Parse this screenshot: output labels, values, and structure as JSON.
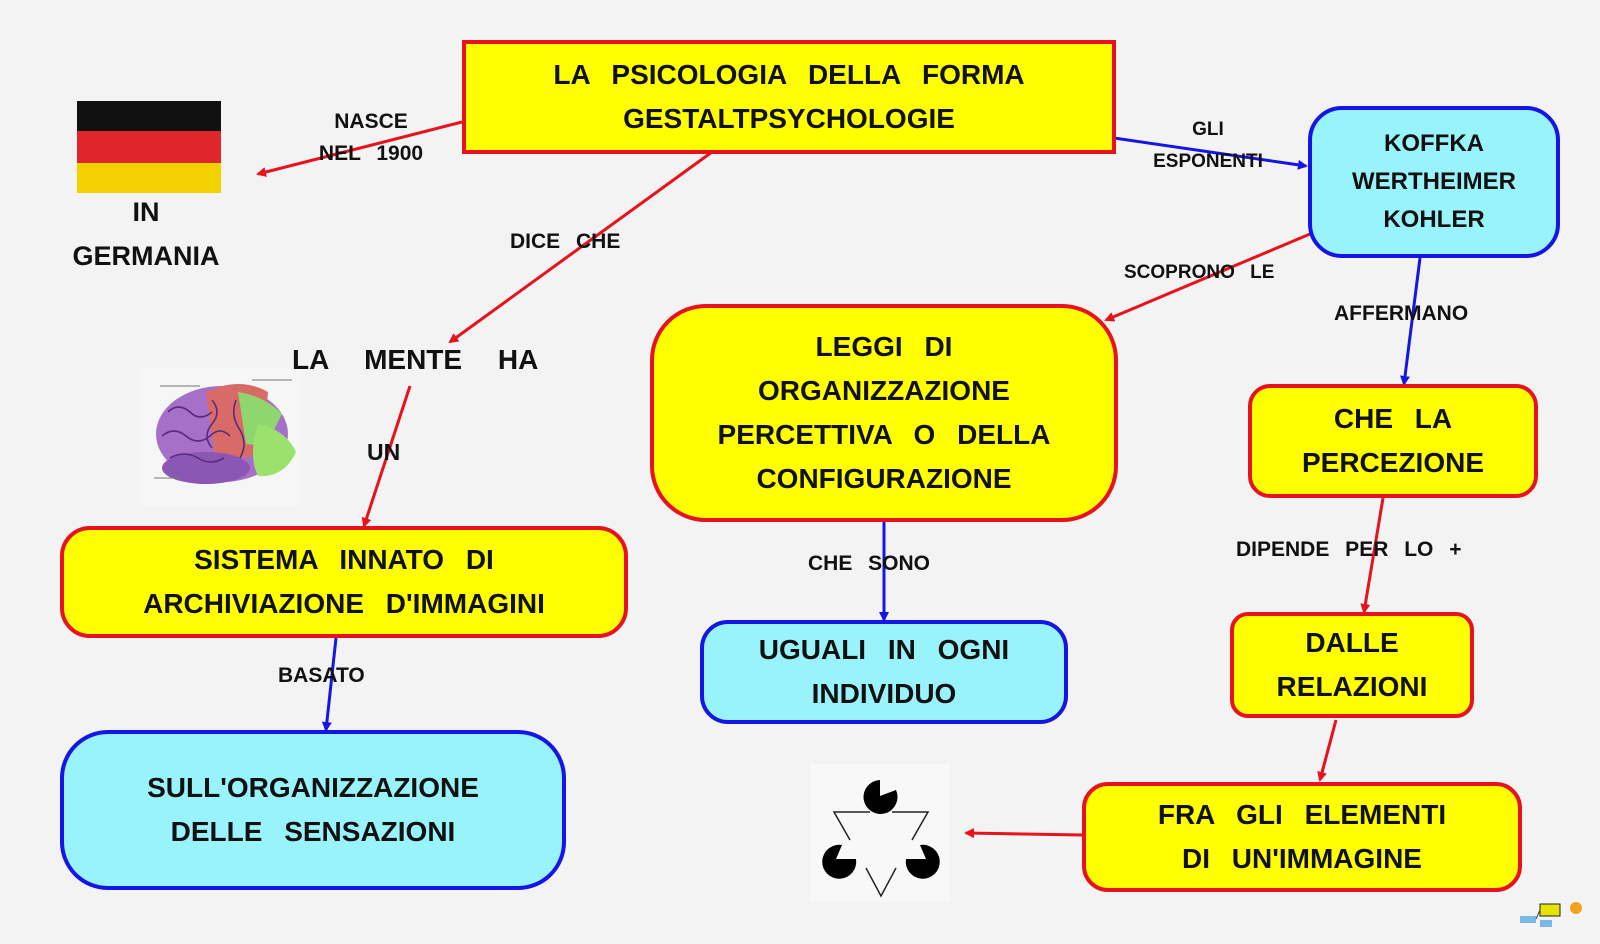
{
  "nodes": {
    "title": "LA    PSICOLOGIA    DELLA    FORMA\nGESTALTPSYCHOLOGIE",
    "esponenti": "KOFFKA\nWERTHEIMER\nKOHLER",
    "leggi": "LEGGI   DI\nORGANIZZAZIONE\nPERCETTIVA    O   DELLA\nCONFIGURAZIONE",
    "percezione": "CHE   LA\nPERCEZIONE",
    "sistema": "SISTEMA    INNATO   DI\nARCHIVIAZIONE      D'IMMAGINI",
    "uguali": "UGUALI    IN   OGNI\nINDIVIDUO",
    "relazioni": "DALLE\nRELAZIONI",
    "sensazioni": "SULL'ORGANIZZAZIONE\nDELLE     SENSAZIONI",
    "elementi": "FRA    GLI    ELEMENTI\nDI    UN'IMMAGINE"
  },
  "labels": {
    "nasce": "NASCE\nNEL   1900",
    "in_germania": "IN\nGERMANIA",
    "gli_esponenti": "GLI\nESPONENTI",
    "dice_che": "DICE   CHE",
    "scoprono_le": "SCOPRONO     LE",
    "affermano": "AFFERMANO",
    "la_mente_ha": "LA   MENTE   HA",
    "un": "UN",
    "che_sono": "CHE    SONO",
    "dipende": "DIPENDE       PER    LO   +",
    "basato": "BASATO"
  },
  "images": {
    "flag": "germany-flag",
    "brain": "brain-illustration",
    "kanizsa": "kanizsa-triangle-illusion",
    "logo": "mappe-logo"
  },
  "colors": {
    "red": "#e8121c",
    "blue": "#1515e6",
    "yellow": "#ffff00",
    "cyan": "#99f3fb",
    "flag_black": "#111111",
    "flag_red": "#e0262b",
    "flag_gold": "#f3d100"
  }
}
